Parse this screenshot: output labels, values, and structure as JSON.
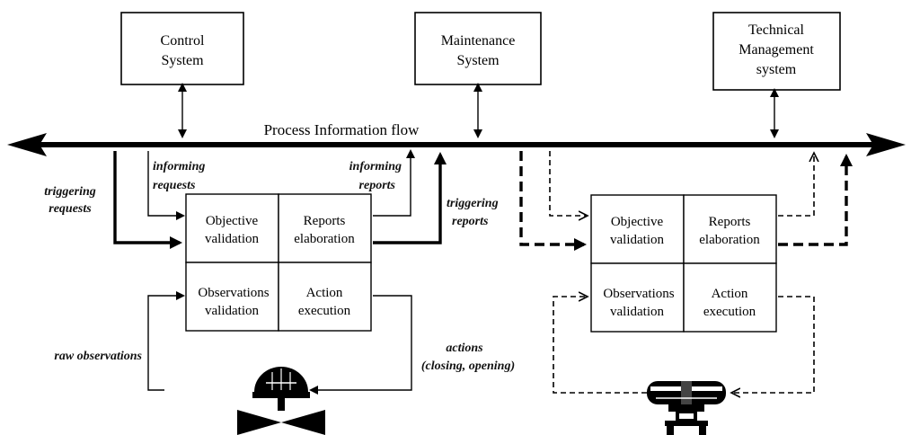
{
  "systems": {
    "control": [
      "Control",
      "System"
    ],
    "maintenance": [
      "Maintenance",
      "System"
    ],
    "technical": [
      "Technical",
      "Management",
      "system"
    ]
  },
  "flow": {
    "label": "Process Information flow"
  },
  "left_module": {
    "objective": [
      "Objective",
      "validation"
    ],
    "reports": [
      "Reports",
      "elaboration"
    ],
    "observations": [
      "Observations",
      "validation"
    ],
    "action": [
      "Action",
      "execution"
    ]
  },
  "right_module": {
    "objective": [
      "Objective",
      "validation"
    ],
    "reports": [
      "Reports",
      "elaboration"
    ],
    "observations": [
      "Observations",
      "validation"
    ],
    "action": [
      "Action",
      "execution"
    ]
  },
  "labels": {
    "triggering_requests": [
      "triggering",
      "requests"
    ],
    "informing_requests": [
      "informing",
      "requests"
    ],
    "informing_reports": [
      "informing",
      "reports"
    ],
    "triggering_reports": [
      "triggering",
      "reports"
    ],
    "raw_observations": "raw observations",
    "actions": [
      "actions",
      "(closing, opening)"
    ]
  }
}
